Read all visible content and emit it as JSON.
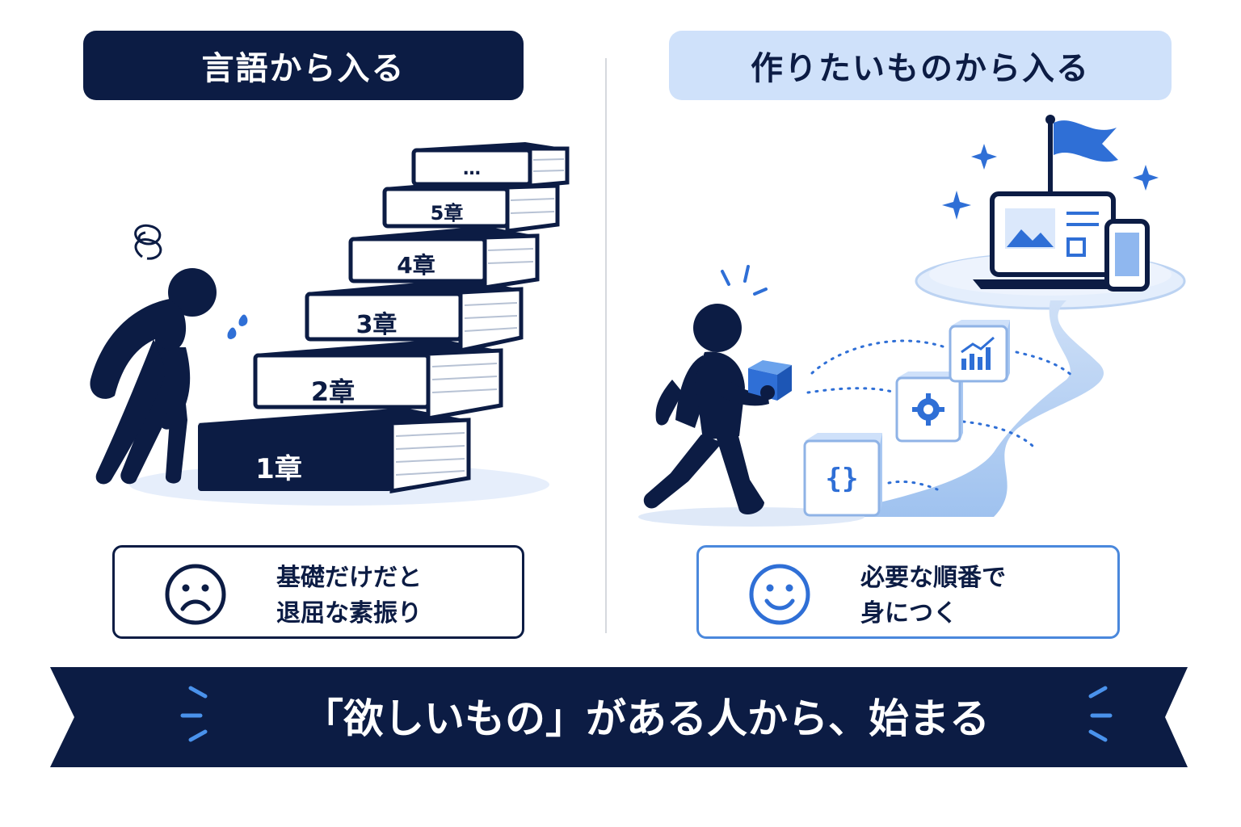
{
  "left": {
    "heading": "言語から入る",
    "steps": [
      "1章",
      "2章",
      "3章",
      "4章",
      "5章",
      "…"
    ],
    "card_line1": "基礎だけだと",
    "card_line2": "退屈な素振り",
    "face_icon": "sad-face-icon"
  },
  "right": {
    "heading": "作りたいものから入る",
    "card_line1": "必要な順番で",
    "card_line2": "身につく",
    "face_icon": "smile-face-icon",
    "blocks": [
      "code-braces-icon",
      "gear-icon",
      "bar-chart-icon"
    ]
  },
  "banner": {
    "text": "「欲しいもの」がある人から、始まる"
  },
  "colors": {
    "navy": "#0c1c44",
    "blue": "#2f6fd6",
    "light_blue": "#cfe1fa"
  }
}
